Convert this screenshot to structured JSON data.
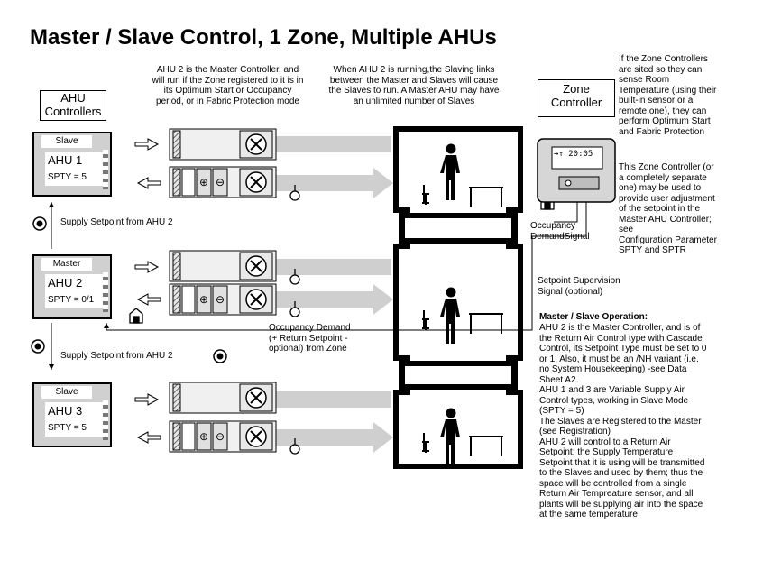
{
  "title": "Master / Slave Control, 1 Zone, Multiple AHUs",
  "notes": {
    "master_note": "AHU 2 is the Master Controller, and\nwill run if the Zone registered to it is in\nits Optimum Start or Occupancy\nperiod, or in Fabric Protection mode",
    "slaving_note": "When AHU 2 is running,the Slaving links\nbetween the Master and Slaves will cause\nthe Slaves to run. A Master AHU may have\nan unlimited number of Slaves",
    "zone_sited_note": "If the Zone Controllers\nare sited so they can\nsense Room\nTemperature (using their\nbuilt-in sensor or a\nremote one), they  can\nperform Optimum Start\nand Fabric Protection",
    "zone_adjust_note": "This Zone Controller (or\na completely separate\none) may be used to\nprovide user adjustment\nof the setpoint in the\nMaster AHU Controller;\nsee\nConfiguration Parameter\nSPTY and SPTR",
    "operation_heading": "Master / Slave Operation:",
    "operation_body": "AHU 2 is the Master Controller, and is of\nthe Return Air Control type with Cascade\nControl, its Setpoint Type must be set to 0\nor 1. Also, it must be an /NH variant (i.e.\nno System Housekeeping) -see Data\nSheet A2.\nAHU 1 and 3 are Variable Supply Air\nControl types, working in Slave Mode\n(SPTY = 5)\nThe Slaves are Registered to the Master\n(see Registration)\nAHU 2 will control to a Return Air\nSetpoint; the Supply Temperature\nSetpoint that it is using will be transmitted\nto the Slaves and used by them; thus the\nspace will be controlled from a single\nReturn Air Tempreature sensor, and all\nplants will be supplying air into the space\nat the same temperature"
  },
  "labels": {
    "ahu_controllers": "AHU\nControllers",
    "zone_controller": "Zone\nController",
    "supply_setpoint_1": "Supply Setpoint from AHU 2",
    "supply_setpoint_2": "Supply Setpoint from AHU 2",
    "occupancy_demand_zone": "Occupancy Demand\n(+ Return Setpoint -\noptional) from Zone",
    "occupancy_demand_signal": "Occupancy\nDemandSignal",
    "setpoint_supervision": "Setpoint Supervision\nSignal (optional)"
  },
  "controllers": [
    {
      "role": "Slave",
      "name": "AHU 1",
      "spty": "SPTY = 5"
    },
    {
      "role": "Master",
      "name": "AHU 2",
      "spty": "SPTY = 0/1"
    },
    {
      "role": "Slave",
      "name": "AHU 3",
      "spty": "SPTY = 5"
    }
  ],
  "zone_display": "→↑ 20:05",
  "colors": {
    "arrow_gray": "#cfcfcf",
    "panel_gray": "#d0d0d0",
    "ink": "#000000"
  }
}
